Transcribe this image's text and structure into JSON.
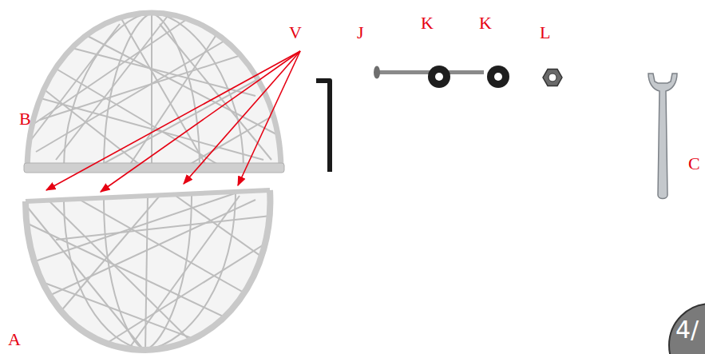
{
  "diagram": {
    "labels": [
      "B",
      "A",
      "V",
      "J",
      "K",
      "K",
      "L",
      "C",
      "4/"
    ]
  }
}
